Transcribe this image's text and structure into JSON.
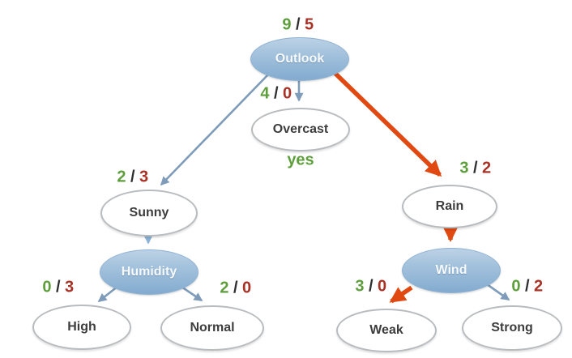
{
  "diagram_type": "decision-tree",
  "separator": "/",
  "colors": {
    "positive_count_green": "#5f9e3d",
    "negative_count_red": "#a93226",
    "highlight_path_orange": "#e04a12",
    "edge_blue_gray": "#7e9cba",
    "edge_light_blue": "#8ab2d6",
    "decision_node_fill": "#83abcf",
    "leaf_node_border": "#b9bcbf"
  },
  "nodes": {
    "outlook": {
      "label": "Outlook"
    },
    "overcast": {
      "label": "Overcast"
    },
    "sunny": {
      "label": "Sunny"
    },
    "humidity": {
      "label": "Humidity"
    },
    "high": {
      "label": "High"
    },
    "normal": {
      "label": "Normal"
    },
    "rain": {
      "label": "Rain"
    },
    "wind": {
      "label": "Wind"
    },
    "weak": {
      "label": "Weak"
    },
    "strong": {
      "label": "Strong"
    }
  },
  "counts": {
    "root": {
      "yes": "9",
      "no": "5"
    },
    "overcast": {
      "yes": "4",
      "no": "0"
    },
    "sunny": {
      "yes": "2",
      "no": "3"
    },
    "rain": {
      "yes": "3",
      "no": "2"
    },
    "high": {
      "yes": "0",
      "no": "3"
    },
    "normal": {
      "yes": "2",
      "no": "0"
    },
    "weak": {
      "yes": "3",
      "no": "0"
    },
    "strong": {
      "yes": "0",
      "no": "2"
    }
  },
  "annotations": {
    "overcast_result": "yes"
  }
}
